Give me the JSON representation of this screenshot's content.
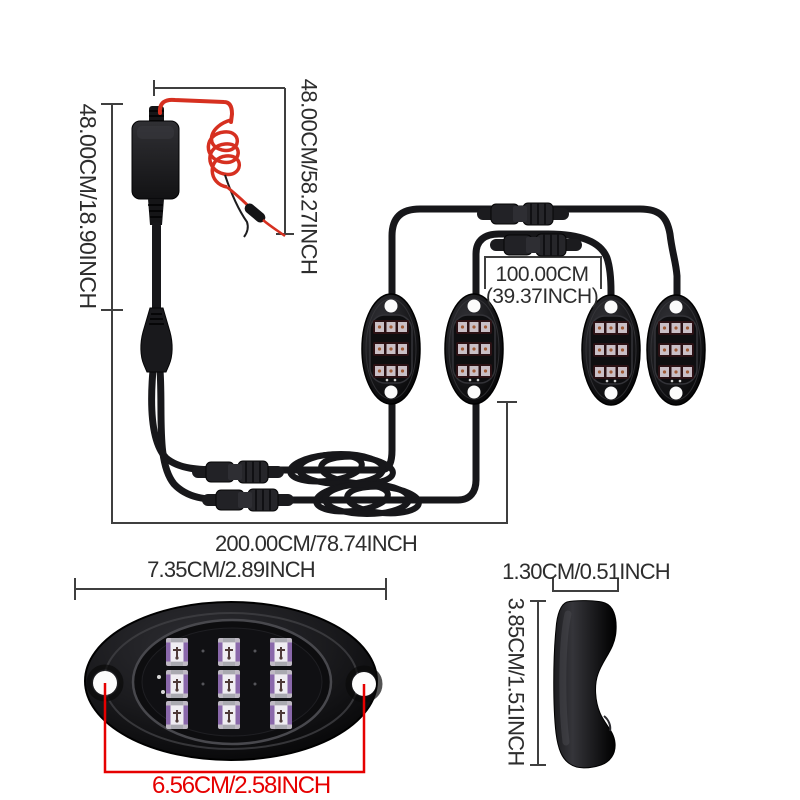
{
  "figure": {
    "type": "product-dimension-diagram",
    "product": "rgb-rock-light-kit-4-pods"
  },
  "dimensions": {
    "controller_cable_height": "48.00CM/18.90INCH",
    "power_wire_length": "48.00CM/58.27INCH",
    "pod_spacing_cm": "100.00CM",
    "pod_spacing_inch": "(39.37INCH)",
    "total_harness_length": "200.00CM/78.74INCH",
    "pod_top_length": "7.35CM/2.89INCH",
    "pod_mount_hole_spacing": "6.56CM/2.58INCH",
    "pod_side_width": "1.30CM/0.51INCH",
    "pod_side_height": "3.85CM/1.51INCH"
  },
  "colors": {
    "background": "#ffffff",
    "dimension_line": "#3f3f3f",
    "dimension_text": "#2d2d2d",
    "highlight_red": "#e60000",
    "wire_red": "#d63020",
    "housing_black": "#151517",
    "led_chip_purple": "#8a68ab"
  },
  "parts": {
    "control_box": "control-box",
    "power_wire": "red-power-wire-with-fuse",
    "splitter": "y-splitter",
    "inline_connectors": 4,
    "cable_coils": 2,
    "rock_light_pods": 4,
    "pod_top_view": "led-pod-top-view",
    "pod_side_view": "led-pod-side-view"
  }
}
